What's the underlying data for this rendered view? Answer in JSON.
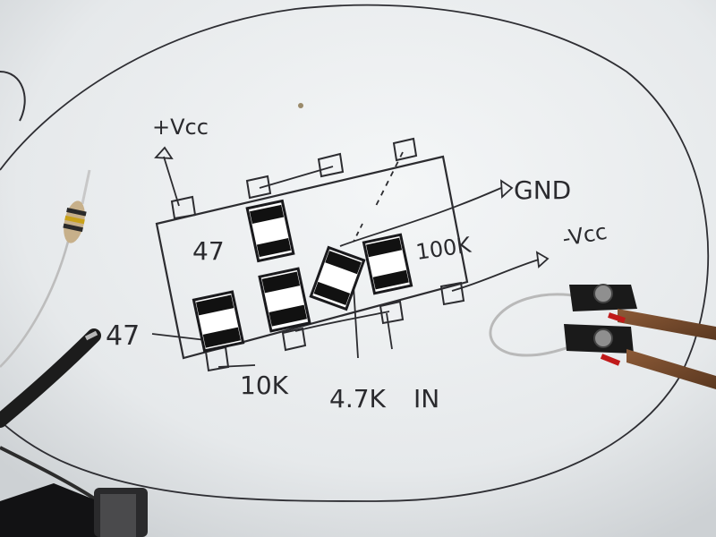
{
  "photo": {
    "subject": "hand-drawn circuit layout sketch on paper with components and probe leads"
  },
  "labels": {
    "vcc_plus": "+Vcc",
    "gnd": "GND",
    "vcc_minus": "-Vcc",
    "r47_top": "47",
    "r47_left": "47",
    "r100k": "100K",
    "r10k": "10K",
    "r47k": "4.7K",
    "in": "IN"
  },
  "colors": {
    "paper": "#eef0f1",
    "ink": "#2a2a2e",
    "wire": "#7a4a2c",
    "resistor_body": "#c7b08a"
  }
}
